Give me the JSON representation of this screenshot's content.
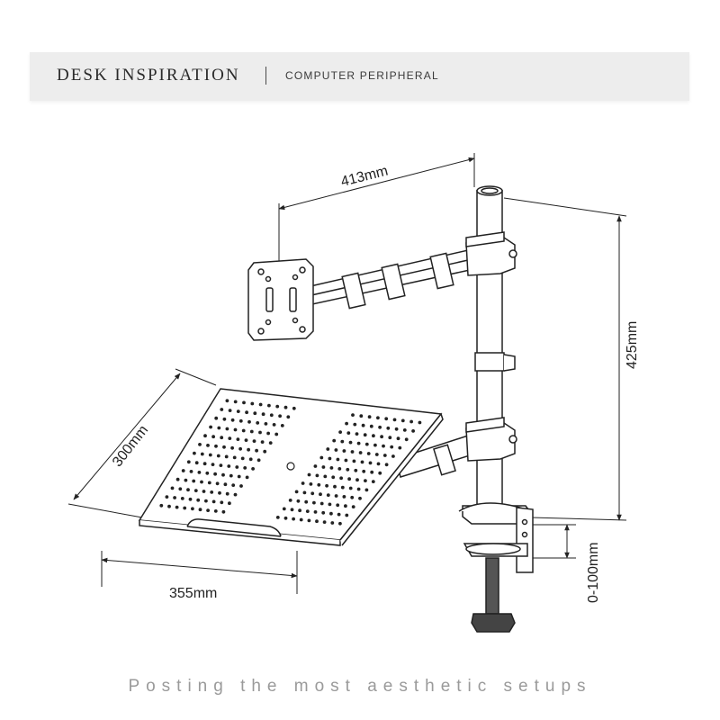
{
  "header": {
    "brand": "DESK INSPIRATION",
    "section": "COMPUTER PERIPHERAL"
  },
  "diagram": {
    "dimensions": {
      "arm_reach": "413mm",
      "pole_height": "425mm",
      "tray_depth": "300mm",
      "tray_width": "355mm",
      "clamp_range": "0-100mm"
    }
  },
  "footer": {
    "tagline": "Posting the most aesthetic setups"
  },
  "colors": {
    "line": "#222222",
    "header_bg": "#ededed",
    "tagline": "#9a9a9a"
  }
}
